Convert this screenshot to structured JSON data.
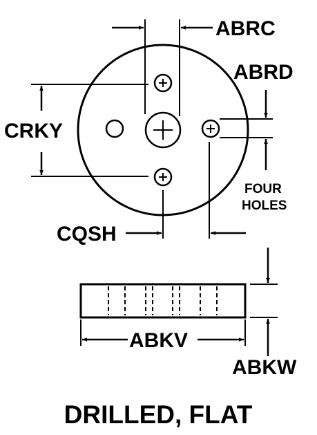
{
  "labels": {
    "abrc": "ABRC",
    "abrd": "ABRD",
    "crky": "CRKY",
    "four": "FOUR",
    "holes": "HOLES",
    "cqsh": "CQSH",
    "abkv": "ABKV",
    "abkw": "ABKW"
  },
  "caption": "DRILLED, FLAT",
  "colors": {
    "ink": "#000000",
    "paper": "#ffffff"
  }
}
